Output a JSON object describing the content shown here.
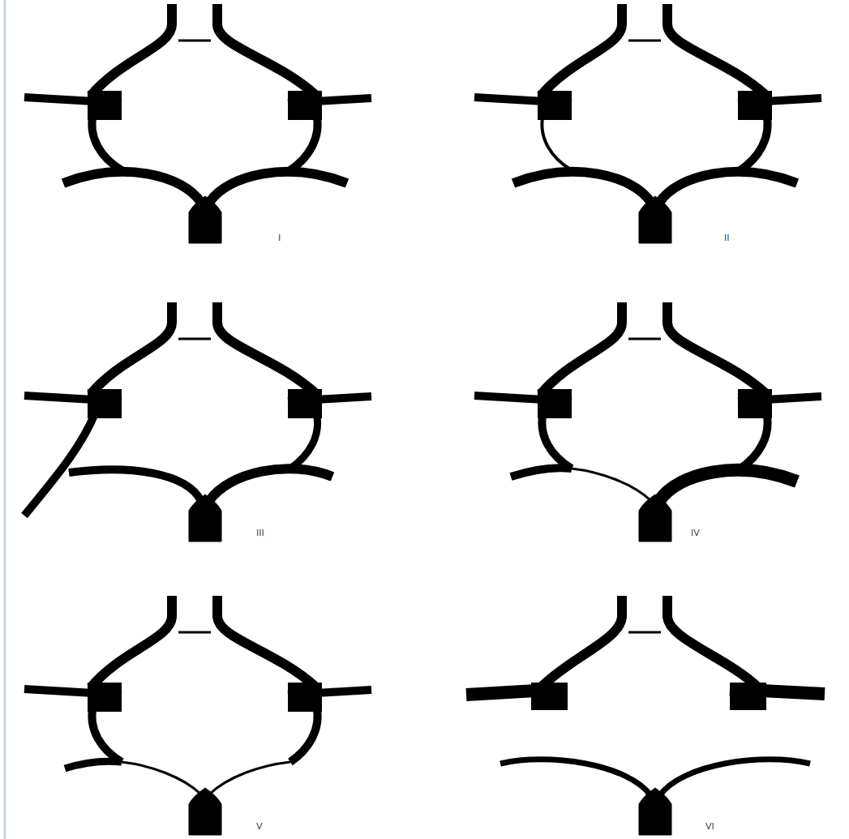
{
  "diagram": {
    "labels": [
      "I",
      "II",
      "III",
      "IV",
      "V",
      "VI"
    ]
  }
}
